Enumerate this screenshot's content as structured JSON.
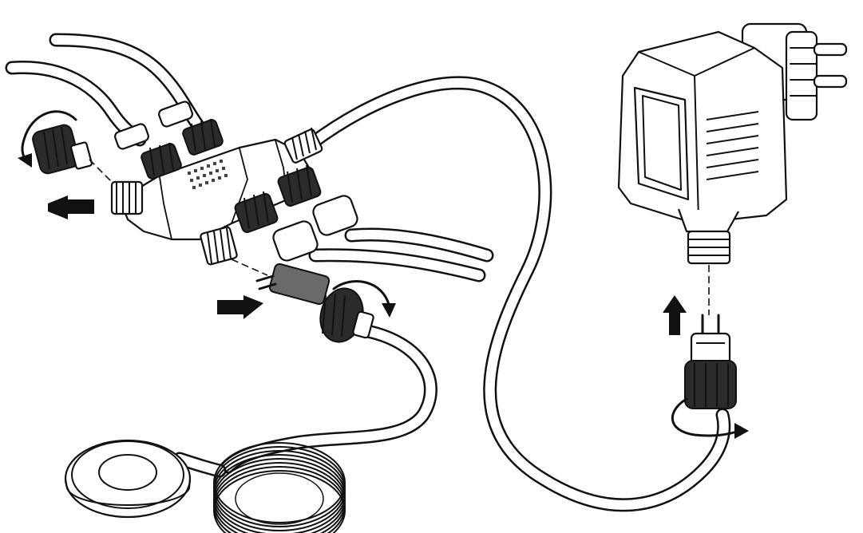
{
  "diagram": {
    "description_visible_text": "",
    "components": [
      {
        "name": "distributor-hub"
      },
      {
        "name": "spotlight-connector"
      },
      {
        "name": "end-cap"
      },
      {
        "name": "power-adapter"
      },
      {
        "name": "adapter-plug"
      },
      {
        "name": "coiled-cable"
      },
      {
        "name": "round-light"
      }
    ],
    "colors": {
      "line": "#111111",
      "fill": "#ffffff",
      "dark_part": "#2b2b2b",
      "mid_part": "#6a6a6a"
    }
  }
}
